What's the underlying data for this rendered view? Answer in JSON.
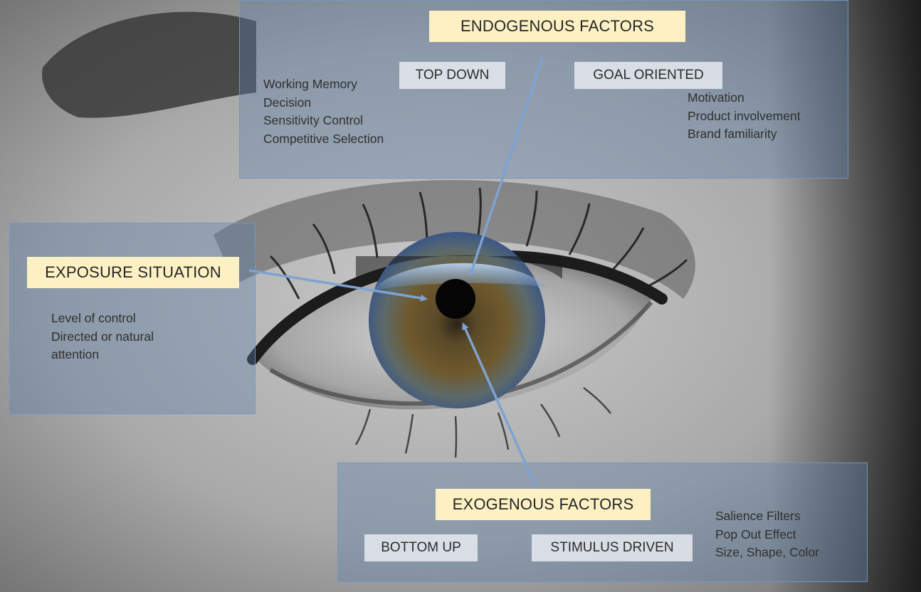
{
  "endogenous": {
    "title": "ENDOGENOUS FACTORS",
    "tags": [
      "TOP DOWN",
      "GOAL ORIENTED"
    ],
    "left_items": [
      "Working Memory",
      "Decision",
      "Sensitivity Control",
      "Competitive Selection"
    ],
    "right_items": [
      "Motivation",
      "Product involvement",
      "Brand familiarity"
    ]
  },
  "exposure": {
    "title": "EXPOSURE SITUATION",
    "items": [
      "Level of control",
      "Directed or natural",
      "attention"
    ]
  },
  "exogenous": {
    "title": "EXOGENOUS FACTORS",
    "tags": [
      "BOTTOM UP",
      "STIMULUS DRIVEN"
    ],
    "items": [
      "Salience Filters",
      "Pop Out Effect",
      "Size, Shape, Color"
    ]
  },
  "colors": {
    "title_fill": "#fdf1c4",
    "panel_fill": "#5c80aa",
    "arrow": "#7ea2d2",
    "iris_brown": "#6f5a2e",
    "iris_blue": "#4d6f9e"
  }
}
